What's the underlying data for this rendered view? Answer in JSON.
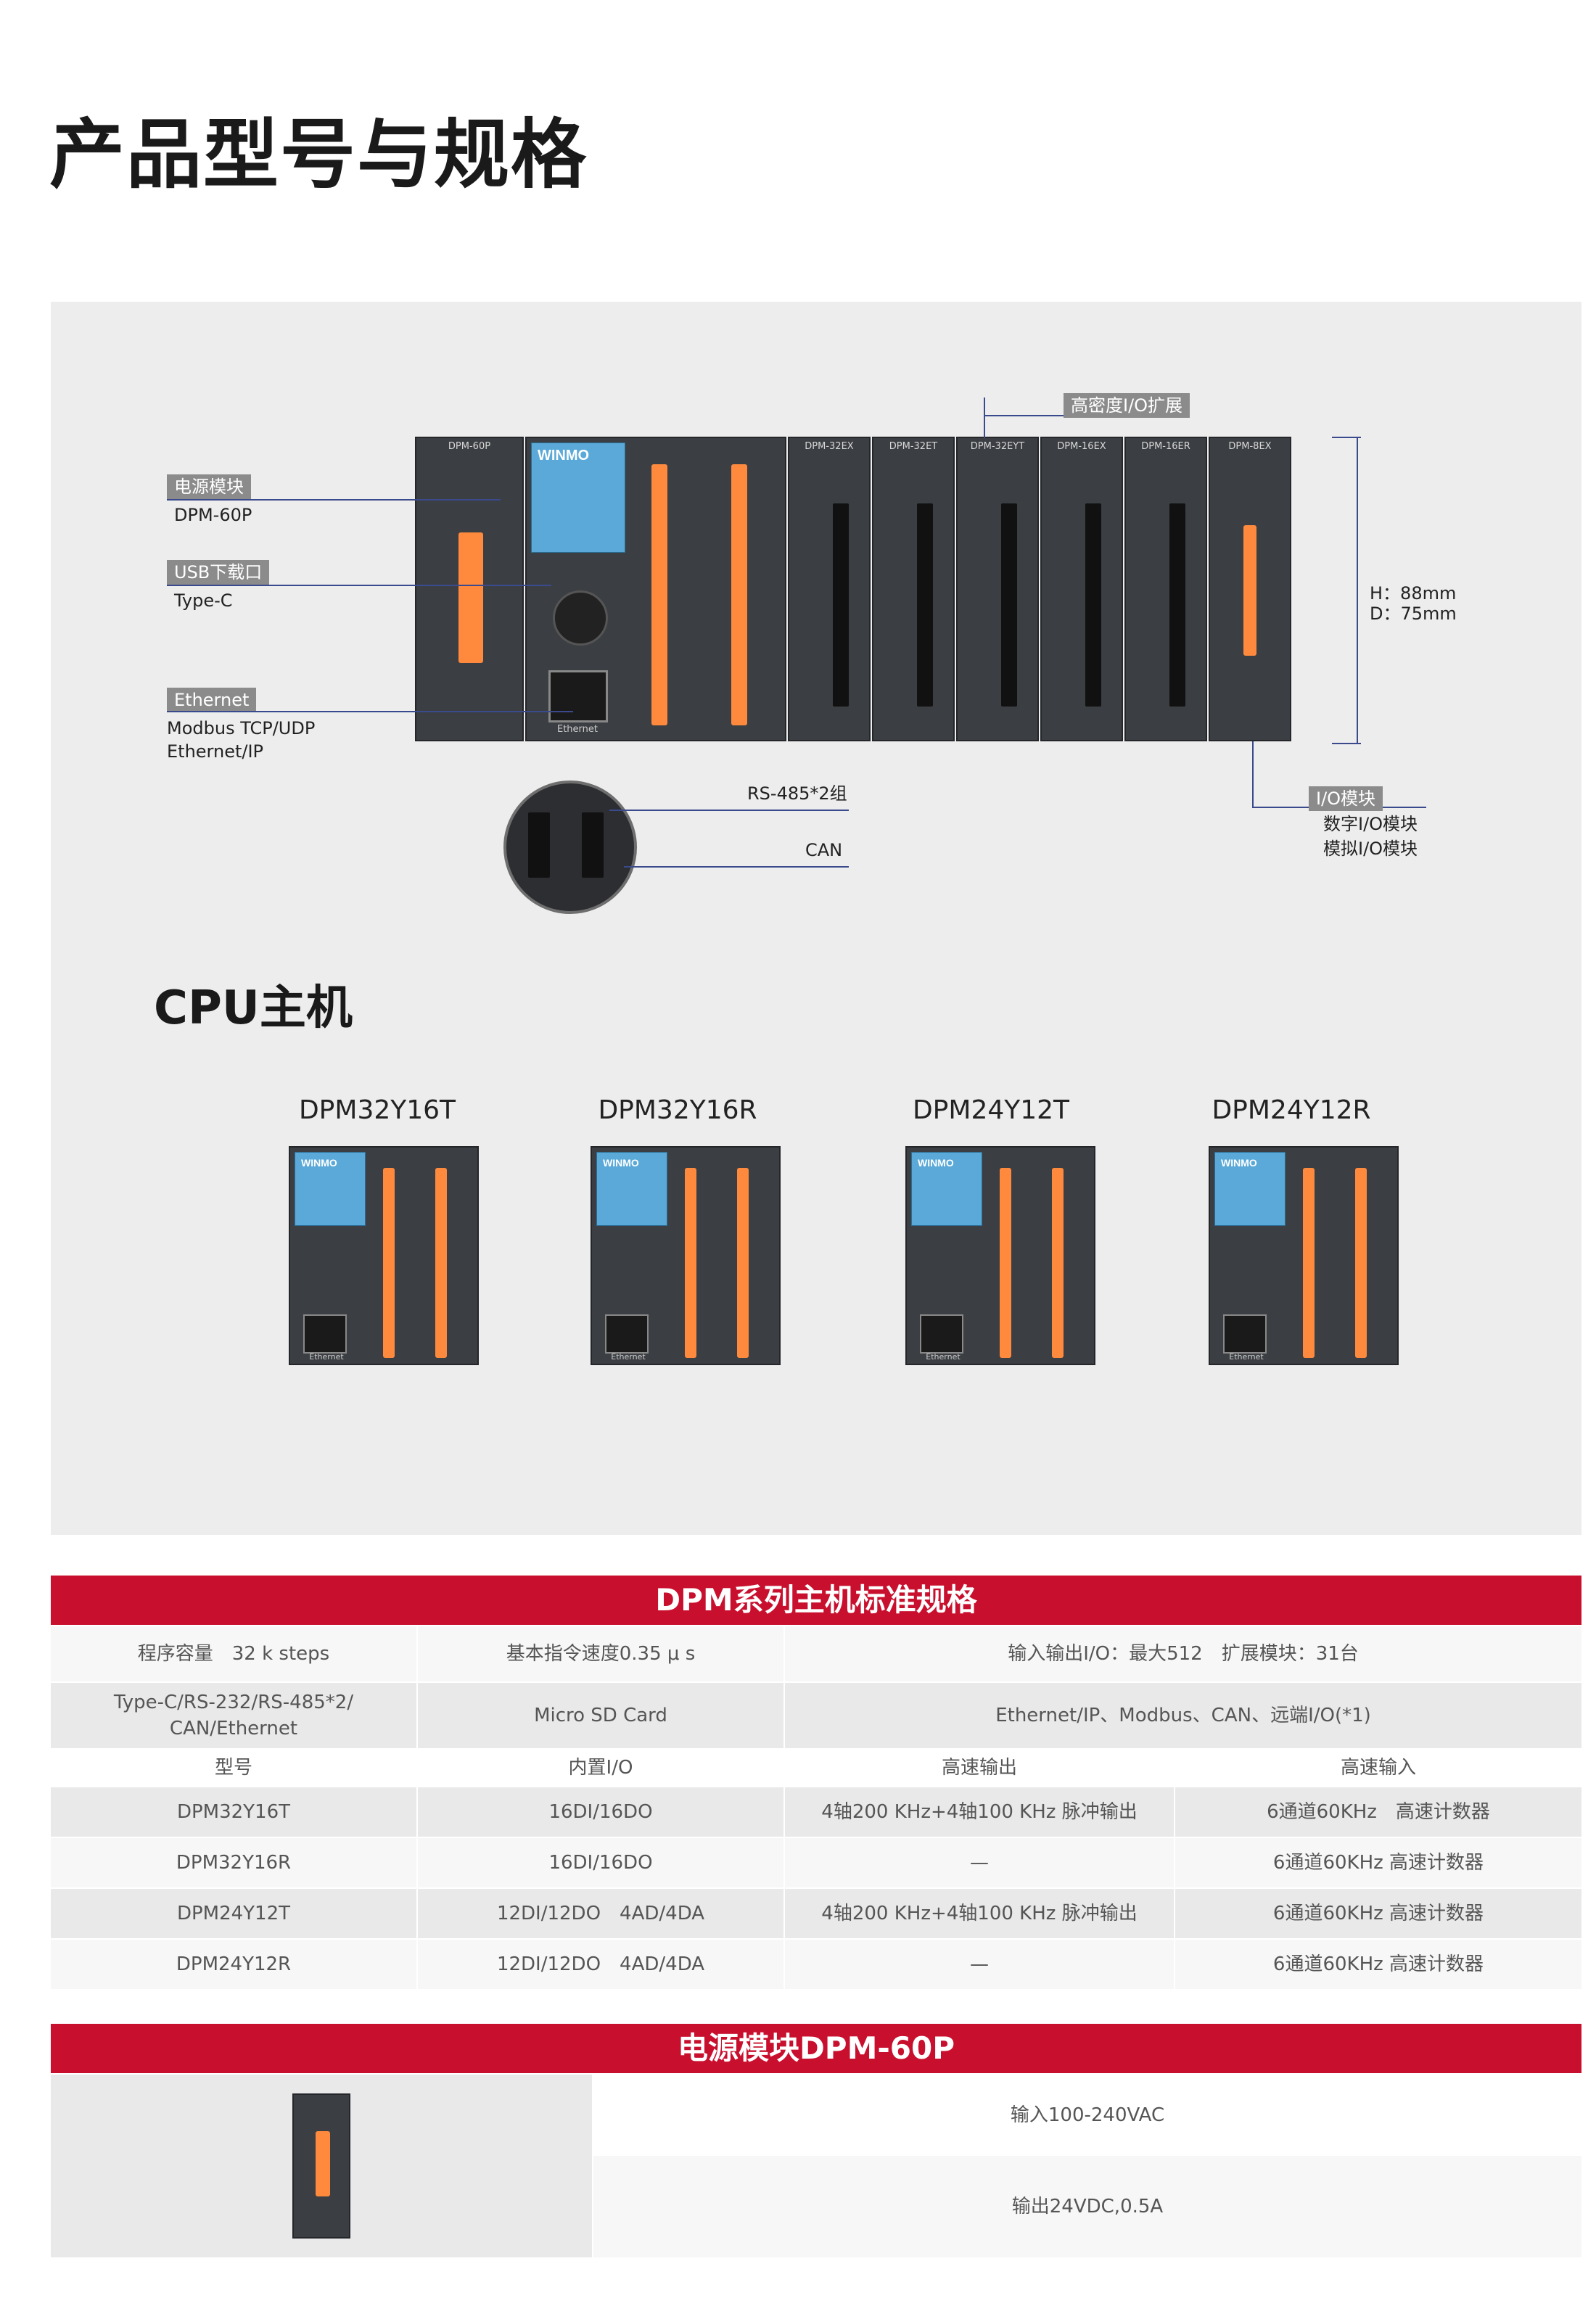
{
  "title": "产品型号与规格",
  "hero": {
    "callouts": {
      "power": {
        "tag": "电源模块",
        "text": "DPM-60P"
      },
      "usb": {
        "tag": "USB下载口",
        "text": "Type-C"
      },
      "ethernet": {
        "tag": "Ethernet",
        "line1": "Modbus TCP/UDP",
        "line2": "Ethernet/IP"
      },
      "expansion": {
        "tag": "高密度I/O扩展"
      },
      "dims": {
        "h": "H：88mm",
        "d": "D：75mm"
      },
      "io": {
        "tag": "I/O模块",
        "line1": "数字I/O模块",
        "line2": "模拟I/O模块"
      },
      "rs485": "RS-485*2组",
      "can": "CAN"
    },
    "module_labels": [
      "DPM-60P",
      "DPM-32EX",
      "DPM-32ET",
      "DPM-32EYT",
      "DPM-16EX",
      "DPM-16ER",
      "DPM-8EX"
    ],
    "brand": "WINMO",
    "port_label": "Ethernet"
  },
  "cpu_section": {
    "title": "CPU主机",
    "models": [
      "DPM32Y16T",
      "DPM32Y16R",
      "DPM24Y12T",
      "DPM24Y12R"
    ],
    "brand": "WINMO",
    "port_label": "Ethernet"
  },
  "spec_table": {
    "title": "DPM系列主机标准规格",
    "row1": [
      "程序容量　32 k steps",
      "基本指令速度0.35 μ s",
      "输入输出I/O：最大512　扩展模块：31台"
    ],
    "row2": [
      "Type-C/RS-232/RS-485*2/ CAN/Ethernet",
      "Micro  SD Card",
      "Ethernet/IP、Modbus、CAN、远端I/O(*1)"
    ],
    "headers": [
      "型号",
      "内置I/O",
      "高速输出",
      "高速输入"
    ],
    "rows": [
      [
        "DPM32Y16T",
        "16DI/16DO",
        "4轴200 KHz+4轴100 KHz 脉冲输出",
        "6通道60KHz　高速计数器"
      ],
      [
        "DPM32Y16R",
        "16DI/16DO",
        "—",
        "6通道60KHz  高速计数器"
      ],
      [
        "DPM24Y12T",
        "12DI/12DO　4AD/4DA",
        "4轴200 KHz+4轴100 KHz  脉冲输出",
        "6通道60KHz  高速计数器"
      ],
      [
        "DPM24Y12R",
        "12DI/12DO　4AD/4DA",
        "—",
        "6通道60KHz  高速计数器"
      ]
    ]
  },
  "power_module": {
    "title": "电源模块DPM-60P",
    "specs": [
      "输入100-240VAC",
      "输出24VDC,0.5A"
    ]
  }
}
